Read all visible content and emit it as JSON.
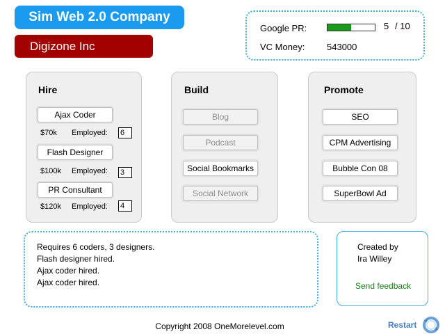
{
  "header": {
    "game_title": "Sim Web 2.0 Company",
    "company_name": "Digizone Inc"
  },
  "stats": {
    "google_pr_label": "Google PR:",
    "google_pr_value": "5",
    "google_pr_max": "/ 10",
    "google_pr_fraction": 0.5,
    "vc_money_label": "VC Money:",
    "vc_money_value": "543000"
  },
  "hire": {
    "title": "Hire",
    "items": [
      {
        "label": "Ajax Coder",
        "salary": "$70k",
        "employed_label": "Employed:",
        "employed": "6"
      },
      {
        "label": "Flash Designer",
        "salary": "$100k",
        "employed_label": "Employed:",
        "employed": "3"
      },
      {
        "label": "PR Consultant",
        "salary": "$120k",
        "employed_label": "Employed:",
        "employed": "4"
      }
    ]
  },
  "build": {
    "title": "Build",
    "items": [
      {
        "label": "Blog"
      },
      {
        "label": "Podcast"
      },
      {
        "label": "Social Bookmarks"
      },
      {
        "label": "Social Network"
      }
    ]
  },
  "promote": {
    "title": "Promote",
    "items": [
      {
        "label": "SEO"
      },
      {
        "label": "CPM Advertising"
      },
      {
        "label": "Bubble Con 08"
      },
      {
        "label": "SuperBowl Ad"
      }
    ]
  },
  "messages": [
    "Requires 6 coders, 3 designers.",
    "Flash designer hired.",
    "Ajax coder hired.",
    "Ajax coder hired."
  ],
  "credits": {
    "created_by": "Created by",
    "author": "Ira Willey",
    "feedback": "Send feedback"
  },
  "footer": {
    "copyright": "Copyright 2008 OneMorelevel.com",
    "restart": "Restart"
  },
  "colors": {
    "title_bg": "#1a9bf0",
    "company_bg": "#a30000",
    "pr_fill": "#1a9c1a",
    "accent_border": "#46a9e4",
    "feedback_link": "#1a7a1a",
    "restart": "#4a82c4"
  }
}
